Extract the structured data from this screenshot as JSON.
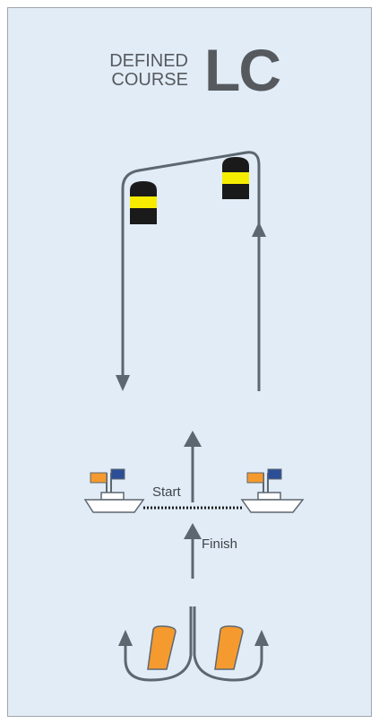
{
  "title": {
    "line1": "DEFINED",
    "line2": "COURSE",
    "code": "LC"
  },
  "labels": {
    "start": "Start",
    "finish": "Finish"
  },
  "colors": {
    "background": "#e1ecf7",
    "path": "#5d6770",
    "buoy_black": "#1a1a1a",
    "buoy_yellow": "#f5ec00",
    "orange": "#f59a2e",
    "blue_flag": "#2c4e96",
    "text": "#565a5e"
  },
  "icons": [
    "windward-mark-buoy",
    "offset-mark-buoy",
    "committee-boat",
    "pin-boat",
    "orange-gate-buoy",
    "course-arrow",
    "flag-orange",
    "flag-blue"
  ]
}
